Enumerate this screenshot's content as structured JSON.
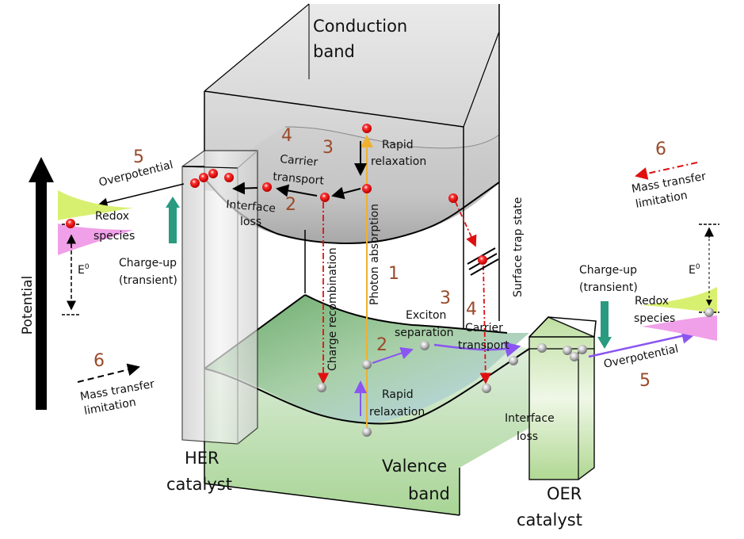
{
  "labels": {
    "conduction_band": [
      "Conduction",
      "band"
    ],
    "valence_band": [
      "Valence",
      "band"
    ],
    "her_catalyst": [
      "HER",
      "catalyst"
    ],
    "oer_catalyst": [
      "OER",
      "catalyst"
    ],
    "potential": "Potential",
    "photon_absorption": "Photon absorption",
    "rapid_relaxation_cb": [
      "Rapid",
      "relaxation"
    ],
    "rapid_relaxation_vb": [
      "Rapid",
      "relaxation"
    ],
    "carrier_transport_cb": [
      "Carrier",
      "transport"
    ],
    "carrier_transport_vb": [
      "Carrier",
      "transport"
    ],
    "interface_loss_her": [
      "Interface",
      "loss"
    ],
    "interface_loss_oer": [
      "Interface",
      "loss"
    ],
    "charge_recombination": "Charge recombination",
    "surface_trap_state": "Surface trap state",
    "exciton_separation": [
      "Exciton",
      "separation"
    ],
    "overpotential_her": "Overpotential",
    "overpotential_oer": "Overpotential",
    "redox_species_left": [
      "Redox",
      "species"
    ],
    "redox_species_right": [
      "Redox",
      "species"
    ],
    "charge_up_left": [
      "Charge-up",
      "(transient)"
    ],
    "charge_up_right": [
      "Charge-up",
      "(transient)"
    ],
    "e0_left": "E",
    "e0_right": "E",
    "e0_superscript": "0",
    "mass_transfer_left": [
      "Mass transfer",
      "limitation"
    ],
    "mass_transfer_right": [
      "Mass transfer",
      "limitation"
    ]
  },
  "step_numbers": {
    "photon_absorption": "1",
    "relaxation_cb": "2",
    "relaxation_vb": "2",
    "separation_cb": "3",
    "separation_vb": "3",
    "transport_cb": "4",
    "transport_vb": "4",
    "overpotential_her": "5",
    "overpotential_oer": "5",
    "mass_transfer_her": "6",
    "mass_transfer_oer": "6"
  },
  "colors": {
    "electron": "#e01010",
    "hole": "#b0b0b0",
    "photon_arrow": "#f0b030",
    "hole_arrow": "#8a55f0",
    "recombination": "#e01010",
    "charge_up_arrow": "#2a9a80",
    "redox_oxidized": "#d8f070",
    "redox_reduced": "#f0a0e8",
    "step_number": "#9a4a2a"
  }
}
